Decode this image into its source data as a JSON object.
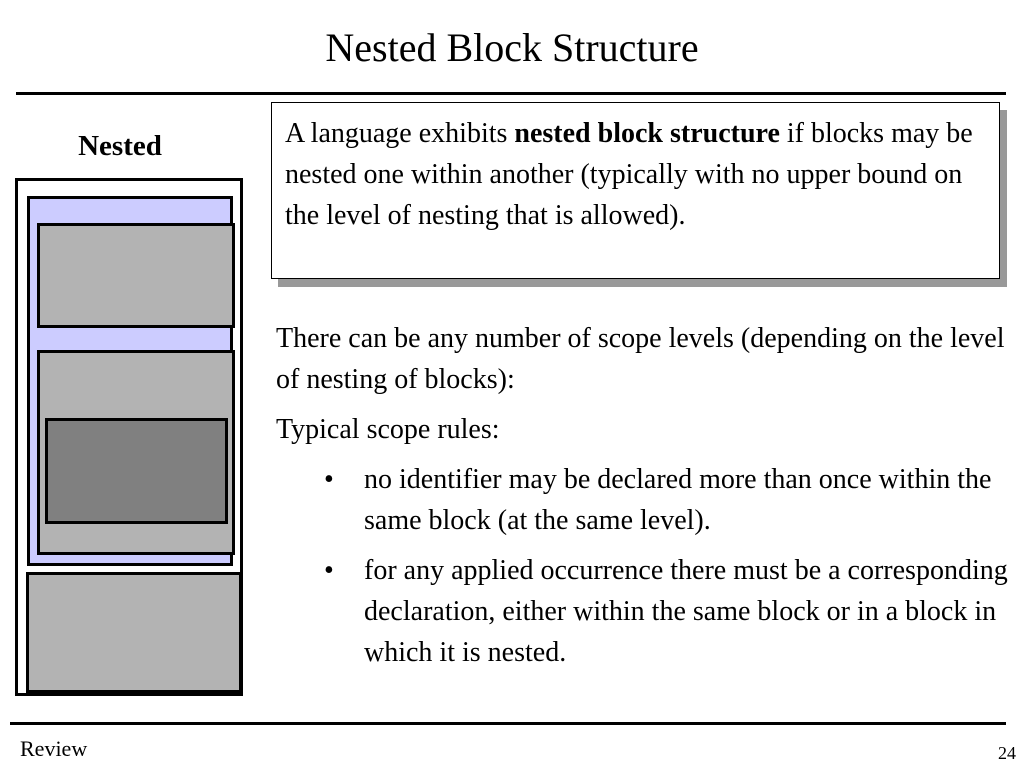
{
  "slide": {
    "title": "Nested Block Structure",
    "diagram_label": "Nested",
    "definition": {
      "lead": "A language exhibits ",
      "term": "nested block structure",
      "rest": " if blocks may be nested one within another (typically with no upper bound on the level of nesting that is allowed)."
    },
    "paragraph_1": "There can be any number of scope levels (depending on the level of nesting of blocks):",
    "paragraph_2": "Typical scope rules:",
    "bullet_symbol": "•",
    "bullets": [
      "no identifier may be declared more than once within the same block (at the same level).",
      "for any applied occurrence there must be a corresponding declaration, either within the same block or in a block in which it is nested."
    ],
    "footer_left": "Review",
    "page_number": "24"
  },
  "colors": {
    "nested_block_fill": "#ccccff",
    "block_fill": "#b3b3b3",
    "inner_block_fill": "#808080",
    "shadow": "#999999"
  }
}
